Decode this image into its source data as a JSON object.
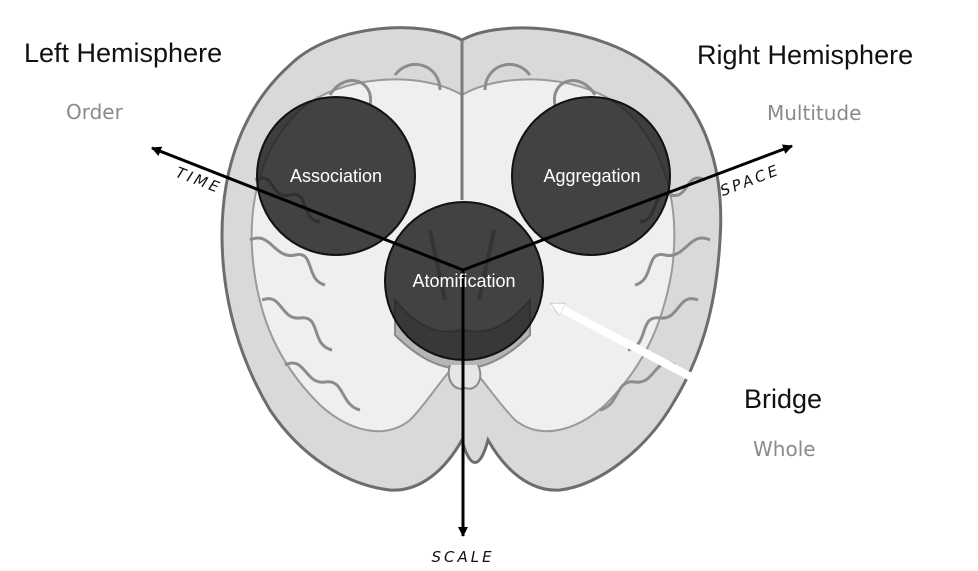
{
  "left": {
    "title": "Left Hemisphere",
    "subtitle": "Order"
  },
  "right": {
    "title": "Right Hemisphere",
    "subtitle": "Multitude"
  },
  "bridge": {
    "title": "Bridge",
    "subtitle": "Whole"
  },
  "axes": {
    "time": "TIME",
    "space": "SPACE",
    "scale": "SCALE"
  },
  "nodes": {
    "association": "Association",
    "aggregation": "Aggregation",
    "atomification": "Atomification"
  }
}
